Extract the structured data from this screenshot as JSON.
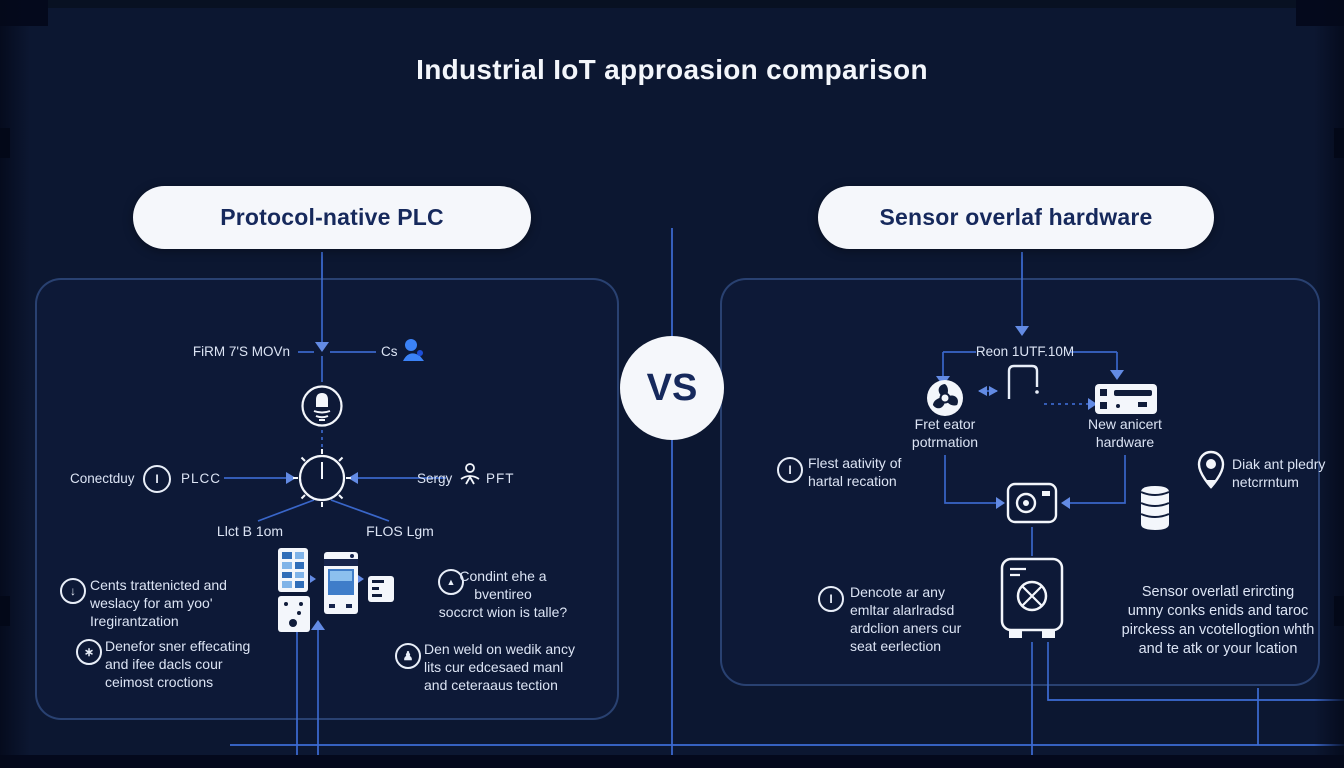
{
  "title": "Industrial IoT approasion comparison",
  "vs_label": "VS",
  "colors": {
    "background": "#0c1731",
    "line_blue": "#3d6cd4",
    "arrow_blue": "#6b96f2",
    "panel_border": "#3a5a95",
    "white": "#f3f6fb",
    "pill_text": "#16295c",
    "icon_blue": "#3b82f6",
    "screen_blue": "#3f7dc9"
  },
  "left_panel": {
    "header": "Protocol-native PLC",
    "top_node": {
      "left_label": "FiRM 7'S MOVn",
      "right_label": "Cs"
    },
    "hub": {
      "left_prefix": "Conectduy",
      "icon_glyph": "I",
      "left_suffix": "PLCC",
      "right_prefix": "Sergy",
      "right_suffix": "PFT"
    },
    "branches": {
      "left": "Llct B 1om",
      "right": "FLOS Lgm"
    },
    "bullets": [
      {
        "glyph": "↓",
        "text": "Cents trattenicted and\nweslacy for am yoo'\nIregirantzation"
      },
      {
        "glyph": "∗",
        "text": "Denefor sner effecating\nand ifee dacls cour\nceimost croctions"
      },
      {
        "glyph": "▲",
        "text": "Condint ehe a\nbventireo\nsoccrct wion is talle?"
      },
      {
        "glyph": "♟",
        "text": "Den weld on wedik ancy\nlits cur edcesaed manl\nand ceteraaus tection"
      }
    ]
  },
  "right_panel": {
    "header": "Sensor overlaf hardware",
    "top_label": "Reon 1UTF.10M",
    "fan_label": "Fret eator\npotrmation",
    "hardware_label": "New anicert\nhardware",
    "bullet_activity": {
      "glyph": "I",
      "text": "Flest aativity of\nhartal recation"
    },
    "pin_label": "Diak ant pledry\nnetcrrntum",
    "bullet_detection": {
      "glyph": "I",
      "text": "Dencote ar any\nemltar alarlradsd\nardclion aners cur\nseat eerlection"
    },
    "summary": "Sensor overlatl erircting\numny conks enids and taroc\npirckess an vcotellogtion whth\nand te atk or your lcation"
  }
}
